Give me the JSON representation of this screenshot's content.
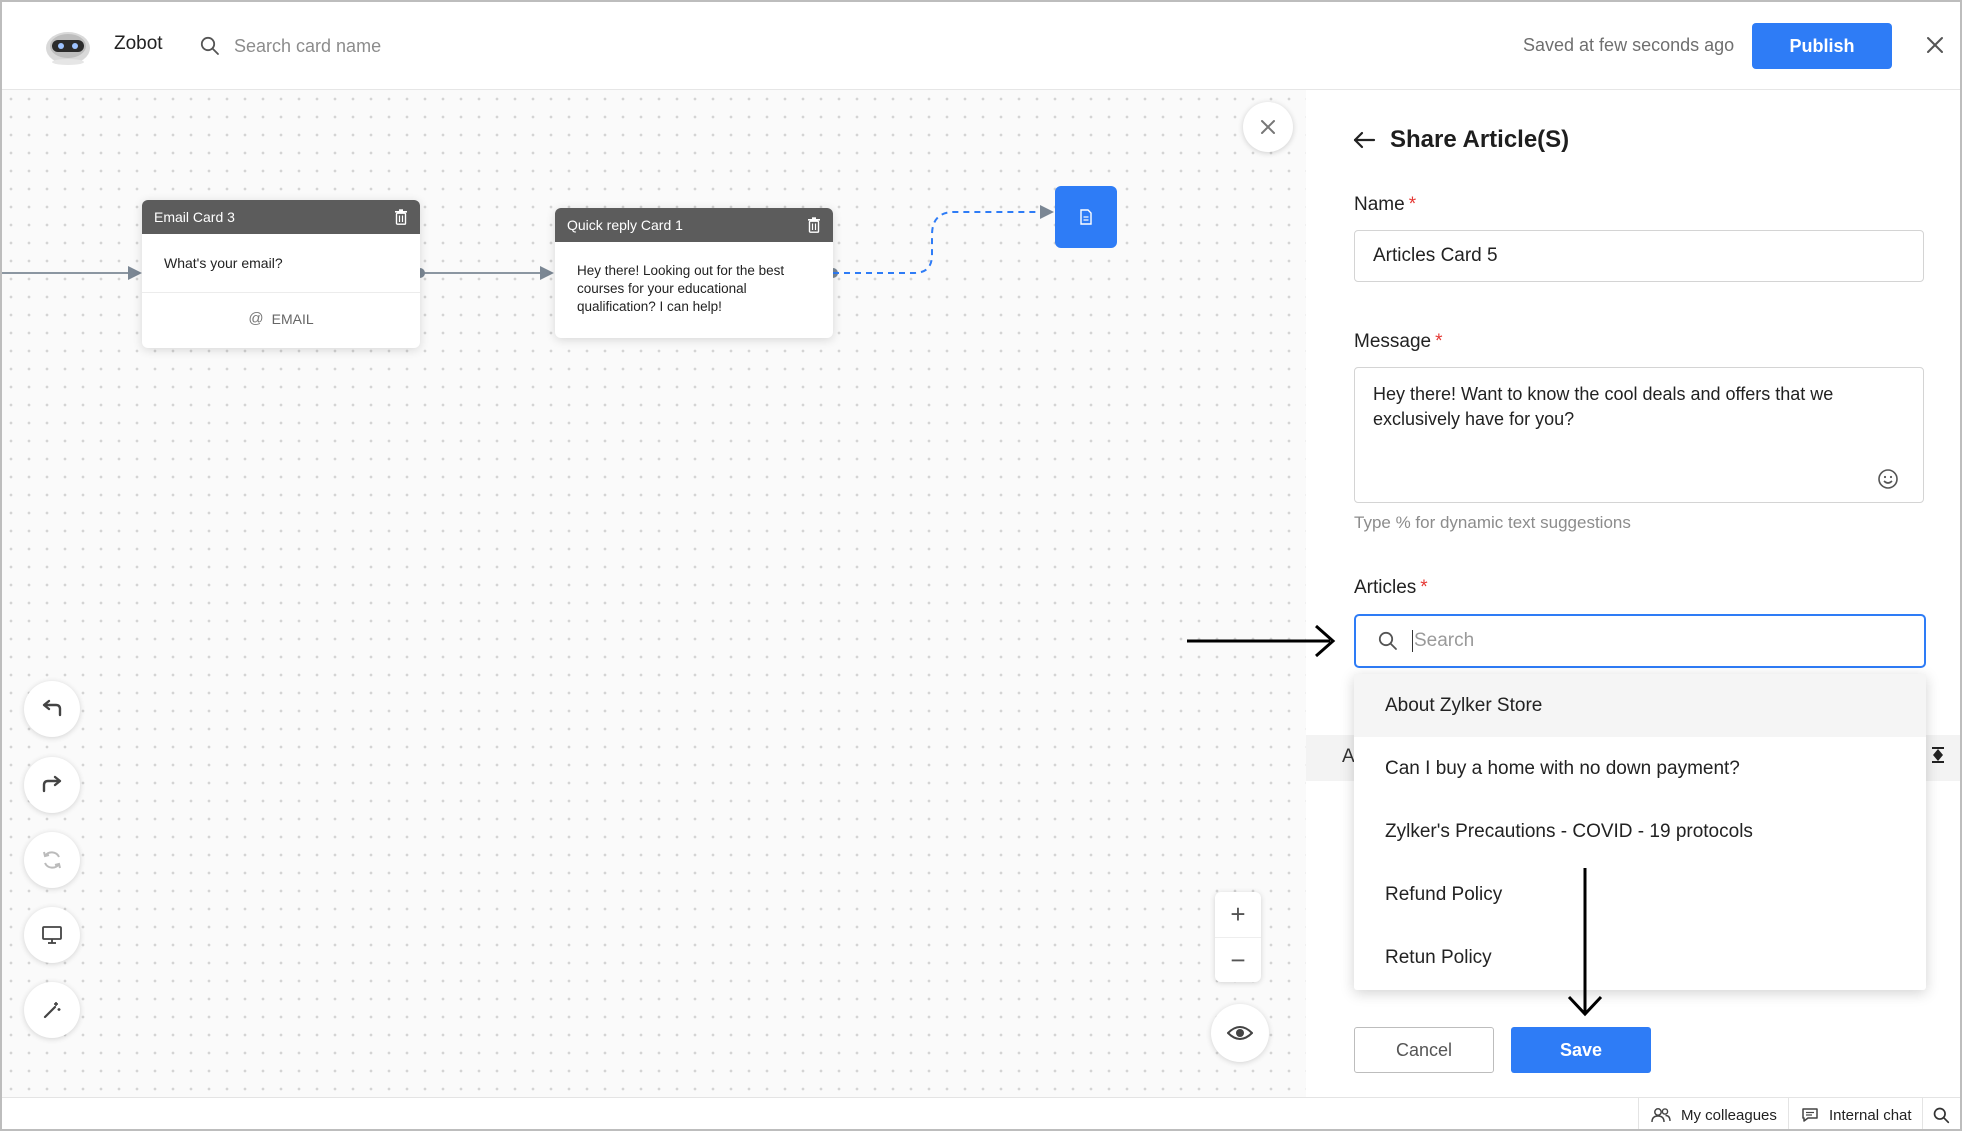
{
  "header": {
    "app_name": "Zobot",
    "search_placeholder": "Search card name",
    "saved_status": "Saved at few seconds ago",
    "publish_label": "Publish"
  },
  "canvas": {
    "email_card": {
      "title": "Email Card 3",
      "question": "What's your email?",
      "input_type": "EMAIL"
    },
    "quick_reply_card": {
      "title": "Quick reply Card 1",
      "message_line1": "Hey there! Looking out for the best",
      "message_line2": "courses for your educational",
      "message_line3": "qualification? I can help!"
    },
    "tools": [
      "undo-icon",
      "redo-icon",
      "refresh-icon",
      "monitor-icon",
      "magic-wand-icon"
    ],
    "zoom": {
      "in_label": "+",
      "out_label": "−"
    }
  },
  "panel": {
    "title": "Share Article(S)",
    "name_label": "Name",
    "name_value": "Articles Card 5",
    "message_label": "Message",
    "message_value": "Hey there! Want to know the cool deals and offers that we exclusively have for you?",
    "message_hint": "Type % for dynamic text suggestions",
    "articles_label": "Articles",
    "articles_search_placeholder": "Search",
    "obscured_row_char": "A",
    "articles_options": [
      "About Zylker Store",
      "Can I buy a home with no down payment?",
      "Zylker's Precautions - COVID - 19 protocols",
      "Refund Policy",
      "Retun Policy"
    ],
    "cancel_label": "Cancel",
    "save_label": "Save"
  },
  "statusbar": {
    "colleagues_label": "My colleagues",
    "internal_chat_label": "Internal chat"
  },
  "colors": {
    "accent": "#2e7cf6",
    "card_header": "#5c5c5c",
    "required": "#e53935"
  }
}
